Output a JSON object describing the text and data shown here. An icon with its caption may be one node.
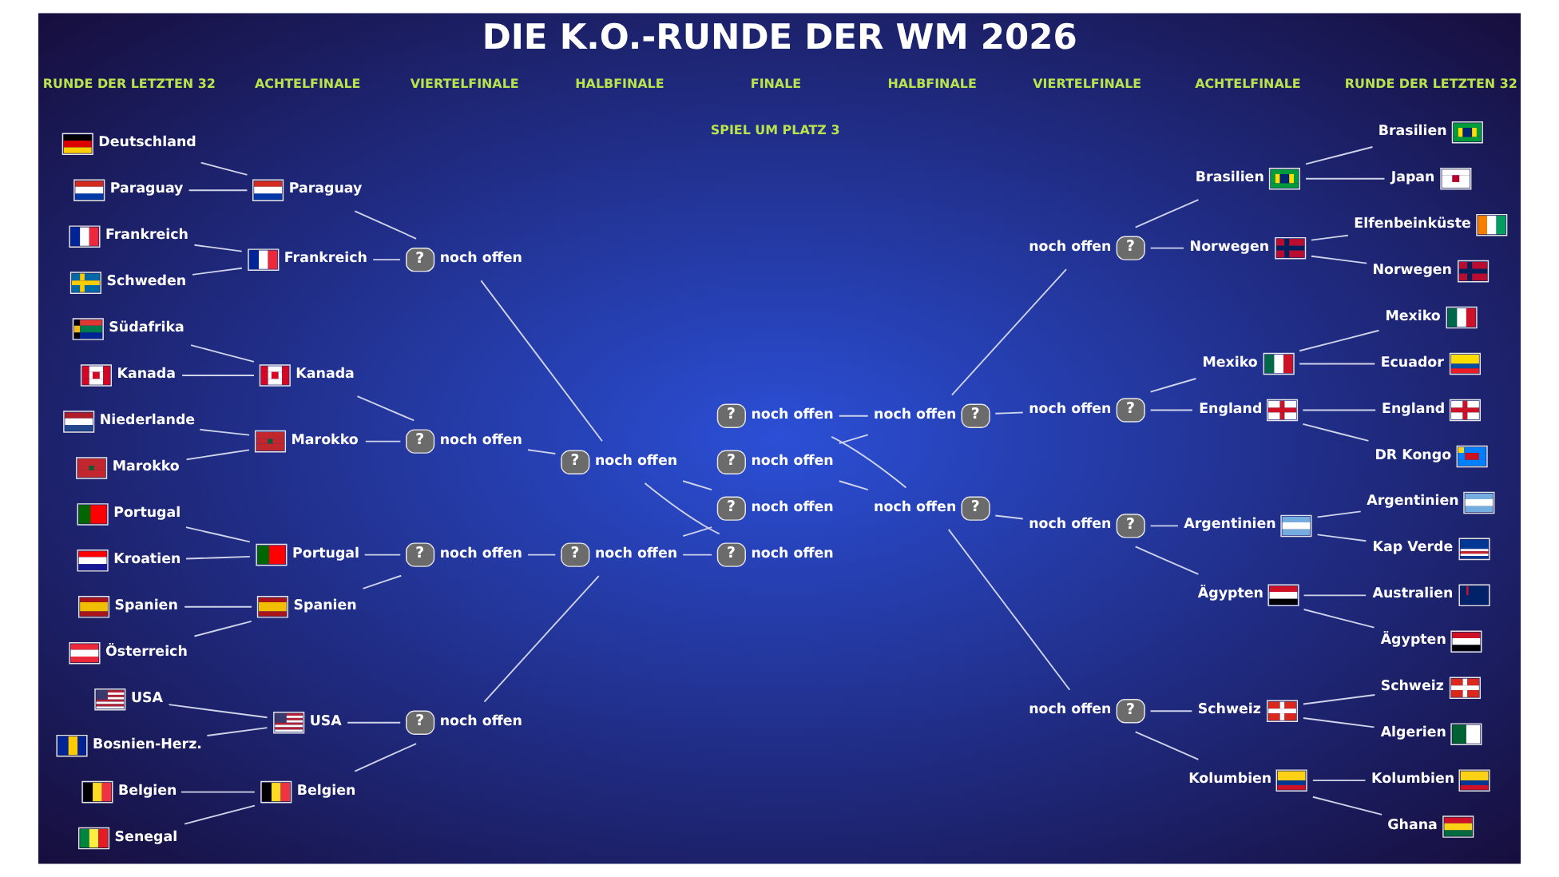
{
  "diagram": {
    "title": "DIE K.O.-RUNDE DER WM 2026",
    "nodes": [
      {
        "text": [
          "Deutschland"
        ]
      },
      {
        "text": [
          "Paraguay"
        ]
      },
      {
        "text": [
          "Frankreich"
        ]
      },
      {
        "text": [
          "Schweden"
        ]
      },
      {
        "text": [
          "Südafrika"
        ]
      },
      {
        "text": [
          "Kanada"
        ]
      },
      {
        "text": [
          "Niederlande"
        ]
      },
      {
        "text": [
          "Marokko"
        ]
      },
      {
        "text": [
          "Portugal"
        ]
      },
      {
        "text": [
          "Kroatien"
        ]
      },
      {
        "text": [
          "Spanien"
        ]
      },
      {
        "text": [
          "Österreich"
        ]
      },
      {
        "text": [
          "USA"
        ]
      },
      {
        "text": [
          "Bosnien-Herz."
        ]
      },
      {
        "text": [
          "Belgien"
        ]
      },
      {
        "text": [
          "Senegal"
        ]
      },
      {
        "text": [
          "Paraguay"
        ]
      },
      {
        "text": [
          "Frankreich"
        ]
      },
      {
        "text": [
          "Kanada"
        ]
      },
      {
        "text": [
          "Marokko"
        ]
      },
      {
        "text": [
          "Portugal"
        ]
      },
      {
        "text": [
          "Spanien"
        ]
      },
      {
        "text": [
          "USA"
        ]
      },
      {
        "text": [
          "Belgien"
        ]
      },
      {
        "text": [
          "?"
        ],
        "beside": [
          "noch offen"
        ]
      },
      {
        "text": [
          "?"
        ],
        "beside": [
          "noch offen"
        ]
      },
      {
        "text": [
          "?"
        ],
        "beside": [
          "noch offen"
        ]
      },
      {
        "text": [
          "?"
        ],
        "beside": [
          "noch offen"
        ]
      },
      {
        "text": [
          "?"
        ],
        "beside": [
          "noch offen"
        ]
      },
      {
        "text": [
          "?"
        ],
        "beside": [
          "noch offen"
        ]
      },
      {
        "text": [
          "?"
        ],
        "beside": [
          "noch offen"
        ]
      },
      {
        "text": [
          "?"
        ],
        "beside": [
          "noch offen"
        ]
      },
      {
        "text": [
          "?"
        ],
        "beside": [
          "noch offen"
        ]
      },
      {
        "text": [
          "?"
        ],
        "beside": [
          "noch offen"
        ]
      },
      {
        "text": [
          "?"
        ],
        "beside": [
          "noch offen"
        ]
      },
      {
        "text": [
          "?"
        ],
        "beside": [
          "noch offen"
        ]
      },
      {
        "text": [
          "?"
        ],
        "beside": [
          "noch offen"
        ]
      },
      {
        "text": [
          "?"
        ],
        "beside": [
          "noch offen"
        ]
      },
      {
        "text": [
          "?"
        ],
        "beside": [
          "noch offen"
        ]
      },
      {
        "text": [
          "?"
        ],
        "beside": [
          "noch offen"
        ]
      },
      {
        "text": [
          "Brasilien"
        ]
      },
      {
        "text": [
          "Norwegen"
        ]
      },
      {
        "text": [
          "Mexiko"
        ]
      },
      {
        "text": [
          "England"
        ]
      },
      {
        "text": [
          "Argentinien"
        ]
      },
      {
        "text": [
          "Ägypten"
        ]
      },
      {
        "text": [
          "Schweiz"
        ]
      },
      {
        "text": [
          "Kolumbien"
        ]
      },
      {
        "text": [
          "Brasilien"
        ]
      },
      {
        "text": [
          "Japan"
        ]
      },
      {
        "text": [
          "Elfenbeinküste"
        ]
      },
      {
        "text": [
          "Norwegen"
        ]
      },
      {
        "text": [
          "Mexiko"
        ]
      },
      {
        "text": [
          "Ecuador"
        ]
      },
      {
        "text": [
          "England"
        ]
      },
      {
        "text": [
          "DR Kongo"
        ]
      },
      {
        "text": [
          "Argentinien"
        ]
      },
      {
        "text": [
          "Kap Verde"
        ]
      },
      {
        "text": [
          "Australien"
        ]
      },
      {
        "text": [
          "Ägypten"
        ]
      },
      {
        "text": [
          "Schweiz"
        ]
      },
      {
        "text": [
          "Algerien"
        ]
      },
      {
        "text": [
          "Kolumbien"
        ]
      },
      {
        "text": [
          "Ghana"
        ]
      }
    ],
    "edges": [
      {
        "from": 0,
        "to": 16,
        "arrow": "none"
      },
      {
        "from": 1,
        "to": 16,
        "arrow": "none"
      },
      {
        "from": 2,
        "to": 17,
        "arrow": "none"
      },
      {
        "from": 3,
        "to": 17,
        "arrow": "none"
      },
      {
        "from": 4,
        "to": 18,
        "arrow": "none"
      },
      {
        "from": 5,
        "to": 18,
        "arrow": "none"
      },
      {
        "from": 6,
        "to": 19,
        "arrow": "none"
      },
      {
        "from": 7,
        "to": 19,
        "arrow": "none"
      },
      {
        "from": 8,
        "to": 20,
        "arrow": "none"
      },
      {
        "from": 9,
        "to": 20,
        "arrow": "none"
      },
      {
        "from": 10,
        "to": 21,
        "arrow": "none"
      },
      {
        "from": 11,
        "to": 21,
        "arrow": "none"
      },
      {
        "from": 12,
        "to": 22,
        "arrow": "none"
      },
      {
        "from": 13,
        "to": 22,
        "arrow": "none"
      },
      {
        "from": 14,
        "to": 23,
        "arrow": "none"
      },
      {
        "from": 15,
        "to": 23,
        "arrow": "none"
      },
      {
        "from": 16,
        "to": 24,
        "arrow": "none"
      },
      {
        "from": 17,
        "to": 24,
        "arrow": "none"
      },
      {
        "from": 18,
        "to": 25,
        "arrow": "none"
      },
      {
        "from": 19,
        "to": 25,
        "arrow": "none"
      },
      {
        "from": 20,
        "to": 26,
        "arrow": "none"
      },
      {
        "from": 21,
        "to": 26,
        "arrow": "none"
      },
      {
        "from": 22,
        "to": 27,
        "arrow": "none"
      },
      {
        "from": 23,
        "to": 27,
        "arrow": "none"
      },
      {
        "from": 24,
        "to": 28,
        "arrow": "none"
      },
      {
        "from": 25,
        "to": 28,
        "arrow": "none"
      },
      {
        "from": 26,
        "to": 29,
        "arrow": "none"
      },
      {
        "from": 27,
        "to": 29,
        "arrow": "none"
      },
      {
        "from": 28,
        "to": 30,
        "arrow": "none"
      },
      {
        "from": 29,
        "to": 30,
        "arrow": "none"
      },
      {
        "from": 28,
        "to": 32,
        "arrow": "none"
      },
      {
        "from": 29,
        "to": 32,
        "arrow": "none"
      },
      {
        "from": 31,
        "to": 34,
        "arrow": "none"
      },
      {
        "from": 31,
        "to": 35,
        "arrow": "none"
      },
      {
        "from": 33,
        "to": 34,
        "arrow": "none"
      },
      {
        "from": 33,
        "to": 35,
        "arrow": "none"
      },
      {
        "from": 34,
        "to": 36,
        "arrow": "none"
      },
      {
        "from": 34,
        "to": 37,
        "arrow": "none"
      },
      {
        "from": 35,
        "to": 38,
        "arrow": "none"
      },
      {
        "from": 35,
        "to": 39,
        "arrow": "none"
      },
      {
        "from": 36,
        "to": 40,
        "arrow": "none"
      },
      {
        "from": 36,
        "to": 41,
        "arrow": "none"
      },
      {
        "from": 37,
        "to": 42,
        "arrow": "none"
      },
      {
        "from": 37,
        "to": 43,
        "arrow": "none"
      },
      {
        "from": 38,
        "to": 44,
        "arrow": "none"
      },
      {
        "from": 38,
        "to": 45,
        "arrow": "none"
      },
      {
        "from": 39,
        "to": 46,
        "arrow": "none"
      },
      {
        "from": 39,
        "to": 47,
        "arrow": "none"
      },
      {
        "from": 40,
        "to": 48,
        "arrow": "none"
      },
      {
        "from": 40,
        "to": 49,
        "arrow": "none"
      },
      {
        "from": 41,
        "to": 50,
        "arrow": "none"
      },
      {
        "from": 41,
        "to": 51,
        "arrow": "none"
      },
      {
        "from": 42,
        "to": 52,
        "arrow": "none"
      },
      {
        "from": 42,
        "to": 53,
        "arrow": "none"
      },
      {
        "from": 43,
        "to": 54,
        "arrow": "none"
      },
      {
        "from": 43,
        "to": 55,
        "arrow": "none"
      },
      {
        "from": 44,
        "to": 56,
        "arrow": "none"
      },
      {
        "from": 44,
        "to": 57,
        "arrow": "none"
      },
      {
        "from": 45,
        "to": 58,
        "arrow": "none"
      },
      {
        "from": 45,
        "to": 59,
        "arrow": "none"
      },
      {
        "from": 46,
        "to": 60,
        "arrow": "none"
      },
      {
        "from": 46,
        "to": 61,
        "arrow": "none"
      },
      {
        "from": 47,
        "to": 62,
        "arrow": "none"
      },
      {
        "from": 47,
        "to": 63,
        "arrow": "none"
      }
    ],
    "labels": [
      "RUNDE DER LETZTEN 32",
      "RUNDE DER LETZTEN 32",
      "ACHTELFINALE",
      "ACHTELFINALE",
      "VIERTELFINALE",
      "VIERTELFINALE",
      "FINALE",
      "HALBFINALE",
      "HALBFINALE",
      "SPIEL UM PLATZ 3"
    ]
  }
}
